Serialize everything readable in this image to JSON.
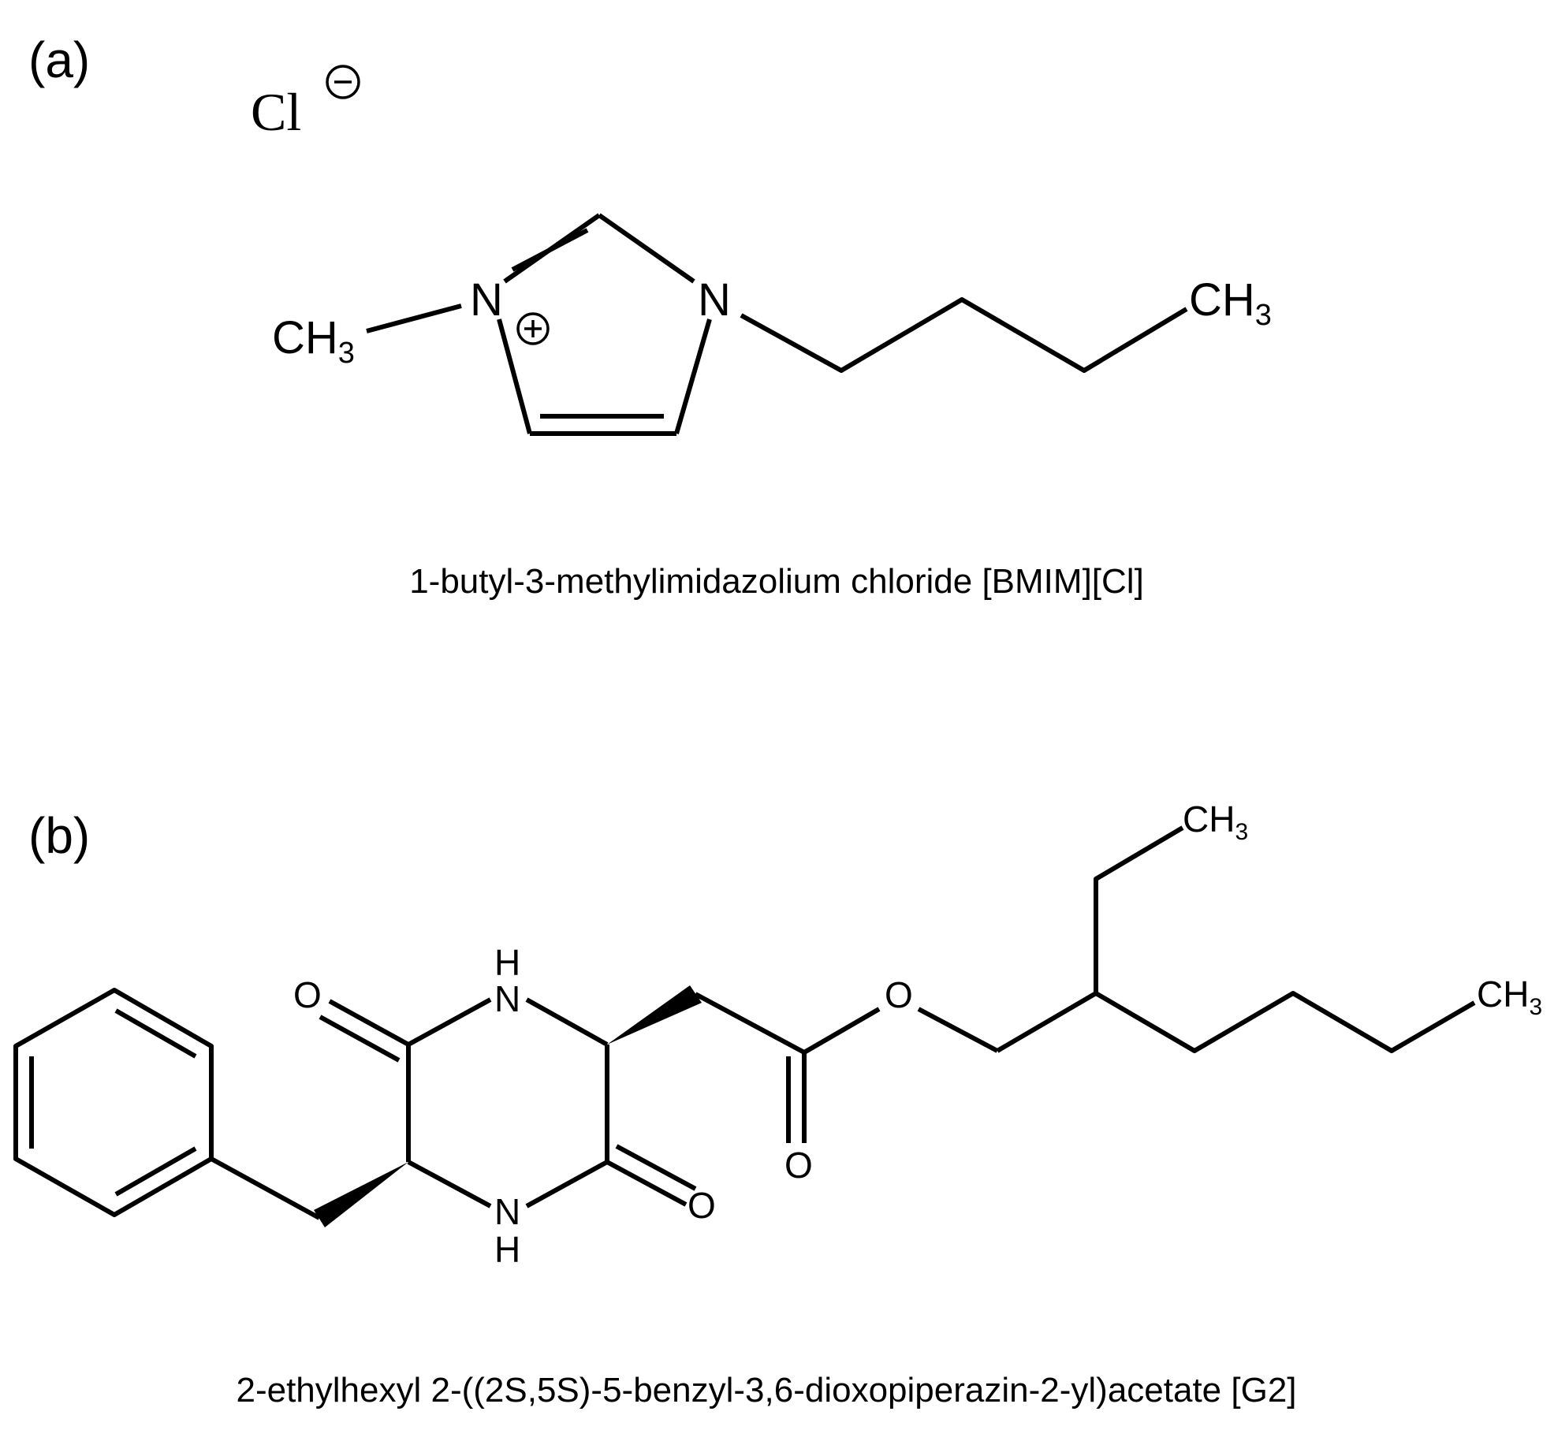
{
  "panel_a": {
    "label": "(a)",
    "caption": "1-butyl-3-methylimidazolium chloride [BMIM][Cl]",
    "atoms": {
      "chloride": "Cl",
      "n_left": "N",
      "n_right": "N",
      "methyl": "CH",
      "methyl_sub": "3",
      "butyl_end": "CH",
      "butyl_end_sub": "3"
    }
  },
  "panel_b": {
    "label": "(b)",
    "caption": "2-ethylhexyl 2-((2S,5S)-5-benzyl-3,6-dioxopiperazin-2-yl)acetate [G2]",
    "atoms": {
      "nh_top_h": "H",
      "nh_top_n": "N",
      "nh_bottom_n": "N",
      "nh_bottom_h": "H",
      "o_left": "O",
      "o_right": "O",
      "o_ester": "O",
      "o_carbonyl": "O",
      "ethyl_end": "CH",
      "ethyl_end_sub": "3",
      "hexyl_end": "CH",
      "hexyl_end_sub": "3"
    }
  }
}
